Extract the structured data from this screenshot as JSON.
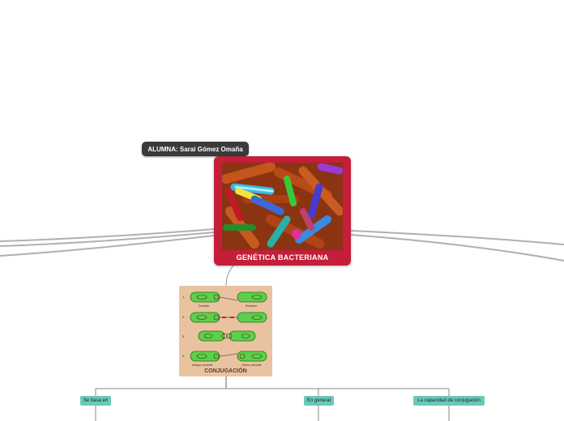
{
  "map": {
    "central_title": "GENÉTICA BACTERIANA",
    "author_label": "ALUMNA: Sarai Gómez Omaña",
    "conjugation_title": "CONJUGACIÓN",
    "conjugation_steps": [
      "1.",
      "2.",
      "3.",
      "4."
    ],
    "conjugation_captions": {
      "donor": "Donante",
      "recipient": "Receptor",
      "old_donor": "Antiguo donante",
      "new_donor": "Nuevo donante"
    },
    "branches": [
      {
        "label": "Se basa en"
      },
      {
        "label": "En general"
      },
      {
        "label": "La capacidad de conjugación"
      }
    ]
  },
  "colors": {
    "central_bg": "#c41e3a",
    "author_bg": "#3a3a3a",
    "branch_tag_bg": "#6cc9b9",
    "conjugation_bg": "#e9c3a0",
    "connector": "#aaaaaa"
  }
}
